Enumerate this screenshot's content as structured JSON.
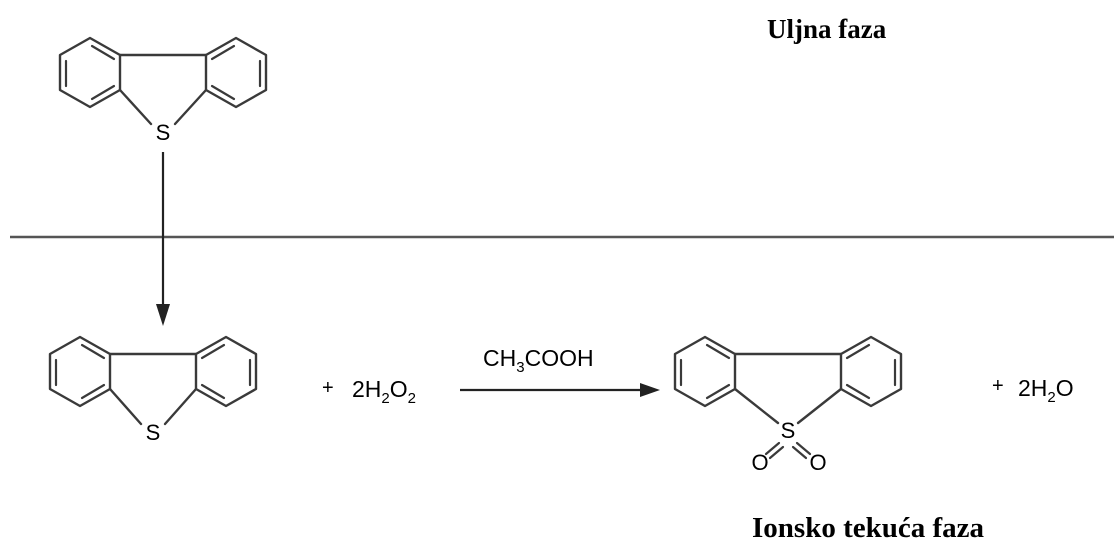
{
  "labels": {
    "oil_phase": "Uljna faza",
    "ionic_phase": "Ionsko tekuća faza"
  },
  "molecules": {
    "top_dbt": {
      "atom_s": "S"
    },
    "bottom_dbt": {
      "atom_s": "S"
    },
    "sulfone": {
      "atom_s": "S",
      "atom_o1": "O",
      "atom_o2": "O"
    }
  },
  "equation": {
    "plus_1": "+",
    "reagent_coef": "2H",
    "reagent_sub1": "2",
    "reagent_o": "O",
    "reagent_sub2": "2",
    "catalyst_ch": "CH",
    "catalyst_sub": "3",
    "catalyst_rest": "COOH",
    "plus_2": "+",
    "product_coef": "2H",
    "product_sub": "2",
    "product_o": "O"
  },
  "colors": {
    "line": "#3a3a3a",
    "text": "#000000"
  }
}
